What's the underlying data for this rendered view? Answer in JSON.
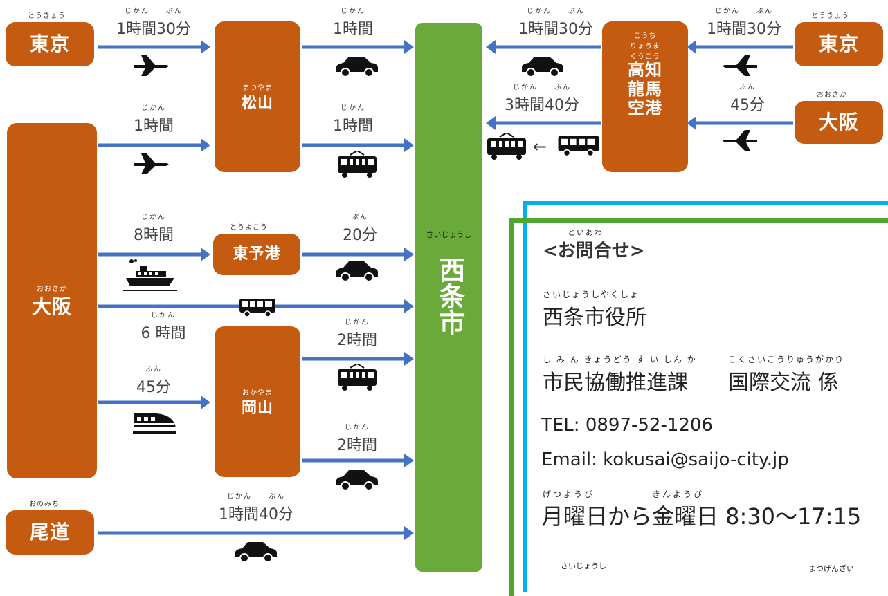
{
  "matsuyama": {
    "ruby": "まつやま",
    "label": "松山"
  },
  "toyoko": {
    "ruby": "とうよこう",
    "label": "東予港"
  },
  "okayama": {
    "ruby": "おかやま",
    "label": "岡山"
  },
  "tokyo_left": {
    "ruby": "とうきょう",
    "label": "東京"
  },
  "osaka_left": {
    "ruby": "おおさか",
    "label": "大阪"
  },
  "onomichi": {
    "ruby": "おのみち",
    "label": "尾道"
  },
  "kochi": {
    "ruby1": "こうち",
    "ruby2": "りょうま",
    "ruby3": "くうこう",
    "line1": "高知",
    "line2": "龍馬",
    "line3": "空港"
  },
  "tokyo_right": {
    "ruby": "とうきょう",
    "label": "東京"
  },
  "osaka_right": {
    "ruby": "おおさか",
    "label": "大阪"
  },
  "saijo": {
    "ruby": "さいじょうし",
    "label": "西条市"
  },
  "routes": {
    "tokyo_matsuyama": {
      "ruby": "じかん　　ぶん",
      "time": "1時間30分"
    },
    "matsuyama_saijo_car": {
      "ruby": "じかん",
      "time": "1時間"
    },
    "osaka_matsuyama": {
      "ruby": "じかん",
      "time": "1時間"
    },
    "matsuyama_saijo_train": {
      "ruby": "じかん",
      "time": "1時間"
    },
    "osaka_toyoko": {
      "ruby": "じかん",
      "time": "8時間"
    },
    "toyoko_saijo": {
      "ruby": "ぷん",
      "time": "20分"
    },
    "osaka_saijo_bus": {
      "ruby": "じかん",
      "time": "6 時間"
    },
    "okayama_saijo_train": {
      "ruby": "じかん",
      "time": "2時間"
    },
    "osaka_okayama": {
      "ruby": "ふん",
      "time": "45分"
    },
    "okayama_saijo_car": {
      "ruby": "じかん",
      "time": "2時間"
    },
    "onomichi_saijo": {
      "ruby": "じかん　　ぶん",
      "time": "1時間40分"
    },
    "kochi_saijo_car": {
      "ruby": "じかん　　ぶん",
      "time": "1時間30分"
    },
    "tokyo_kochi": {
      "ruby": "じかん　　ぶん",
      "time": "1時間30分"
    },
    "kochi_saijo_bus": {
      "ruby": "じかん　　ふん",
      "time": "3時間40分"
    },
    "osaka_kochi": {
      "ruby": "ふん",
      "time": "45分"
    },
    "bus_to_train": "←"
  },
  "contact": {
    "heading_ruby": "といあわ",
    "heading": "<お問合せ>",
    "office_ruby": "さいじょうしやくしょ",
    "office": "西条市役所",
    "dept_ruby": "し み ん きょうどう す い しん か",
    "dept": "市民協働推進課",
    "section_ruby": "こくさいこうりゅうがかり",
    "section": "国際交流 係",
    "tel": "TEL: 0897-52-1206",
    "email": "Email: kokusai@saijo-city.jp",
    "hours_ruby1": "げつようび",
    "hours_ruby2": "きんようび",
    "hours": "月曜日から金曜日  8:30～17:15",
    "footer_ruby1": "さいじょうし",
    "footer_ruby2": "まつげんざい"
  },
  "colors": {
    "box": "#c55a11",
    "arrow": "#4472c4",
    "saijo": "#6aaa3a",
    "blue_frame": "#00b0f0",
    "green_frame": "#4ea72e"
  }
}
